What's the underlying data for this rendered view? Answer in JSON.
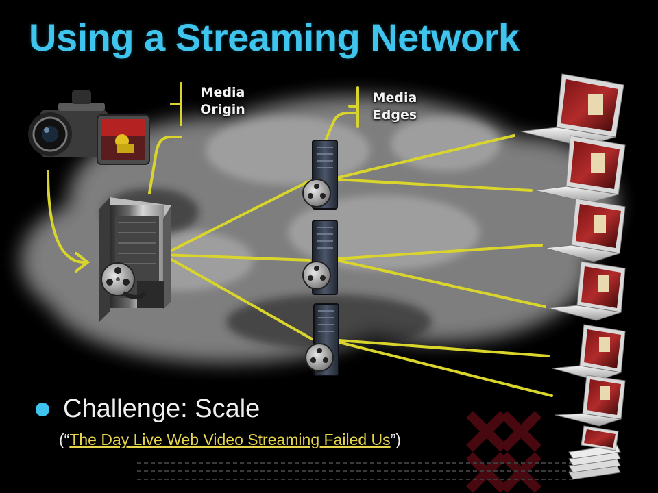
{
  "slide": {
    "title": "Using a Streaming Network"
  },
  "labels": {
    "origin": [
      "Media",
      "Origin"
    ],
    "edges": [
      "Media",
      "Edges"
    ]
  },
  "bullet": {
    "main": "Challenge: Scale",
    "open": "(“",
    "link_text": "The Day Live Web Video Streaming Failed Us",
    "close": "”)"
  },
  "colors": {
    "title": "#3fc4ee",
    "link": "#e6d44a",
    "connection": "#d9d52c",
    "bullet": "#3fc4ee"
  },
  "icons": {
    "source": "camcorder-icon",
    "origin": "server-tower-icon",
    "edge": "rack-server-icon",
    "reel": "film-reel-icon",
    "client": "laptop-icon"
  }
}
